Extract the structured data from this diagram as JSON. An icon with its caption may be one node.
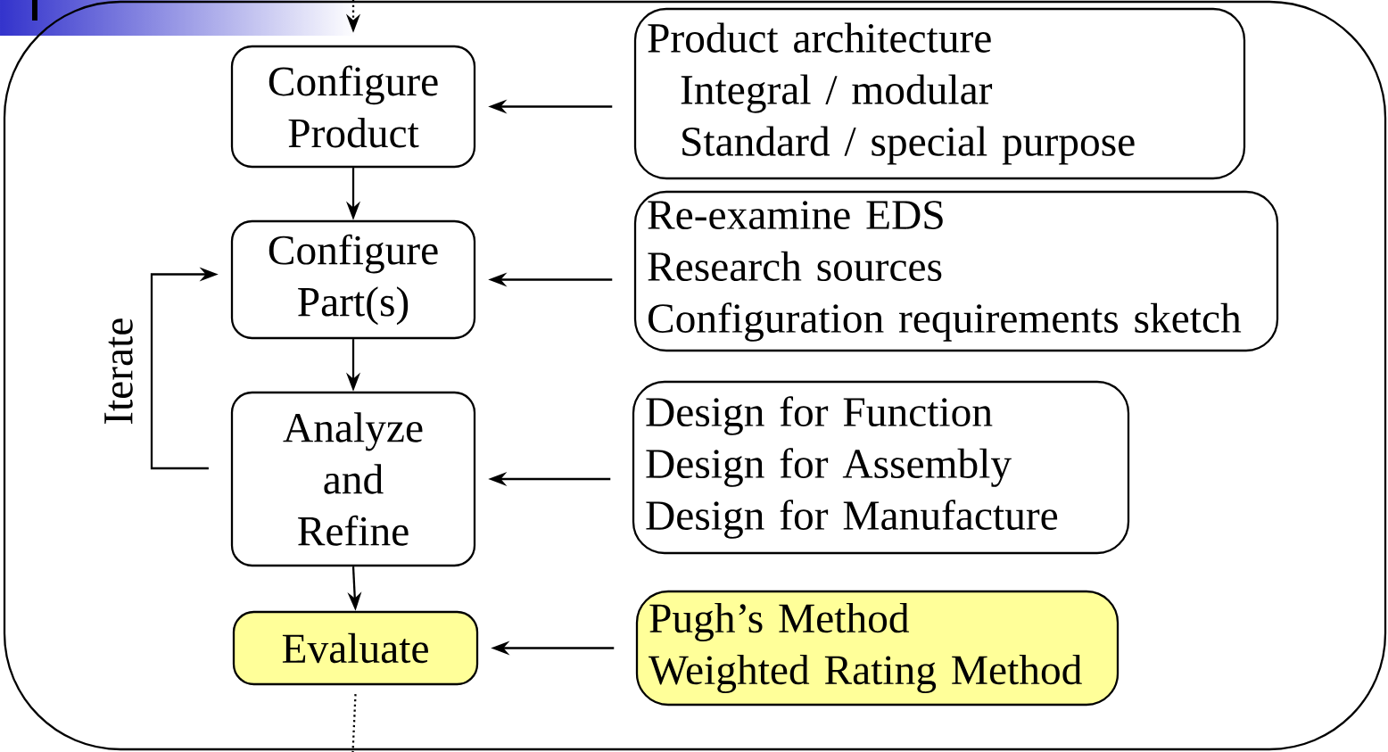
{
  "diagram": {
    "nodes": [
      {
        "text": [],
        "shape": "box"
      },
      {
        "text": [
          "Configure Product"
        ],
        "in": 0
      },
      {
        "text": [
          "Product architecture",
          "Integral / modular",
          "Standard / special purpose"
        ],
        "in": 0
      },
      {
        "text": [
          "Configure Part(s)"
        ],
        "in": 0
      },
      {
        "text": [
          "Re-examine EDS",
          "Research sources",
          "Configuration requirements sketch"
        ],
        "in": 0
      },
      {
        "text": [
          "Analyze and Refine"
        ],
        "in": 0
      },
      {
        "text": [
          "Design for Function",
          "Design for Assembly",
          "Design for Manufacture"
        ],
        "in": 0
      },
      {
        "text": [
          "Evaluate"
        ],
        "in": 0
      },
      {
        "text": [
          "Pugh’s Method",
          "Weighted Rating Method"
        ],
        "in": 0
      }
    ],
    "edges": [
      {
        "from": null,
        "to": 1,
        "arrow": "to",
        "style": "dashed"
      },
      {
        "from": 2,
        "to": 1,
        "arrow": "to"
      },
      {
        "from": 1,
        "to": 3,
        "arrow": "to"
      },
      {
        "from": 4,
        "to": 3,
        "arrow": "to"
      },
      {
        "from": 5,
        "to": 3,
        "arrow": "to",
        "label": "Iterate"
      },
      {
        "from": 3,
        "to": 5,
        "arrow": "to"
      },
      {
        "from": 6,
        "to": 5,
        "arrow": "to"
      },
      {
        "from": 5,
        "to": 7,
        "arrow": "to"
      },
      {
        "from": 8,
        "to": 7,
        "arrow": "to"
      },
      {
        "from": 7,
        "to": null,
        "arrow": "none",
        "style": "dashed"
      }
    ]
  }
}
